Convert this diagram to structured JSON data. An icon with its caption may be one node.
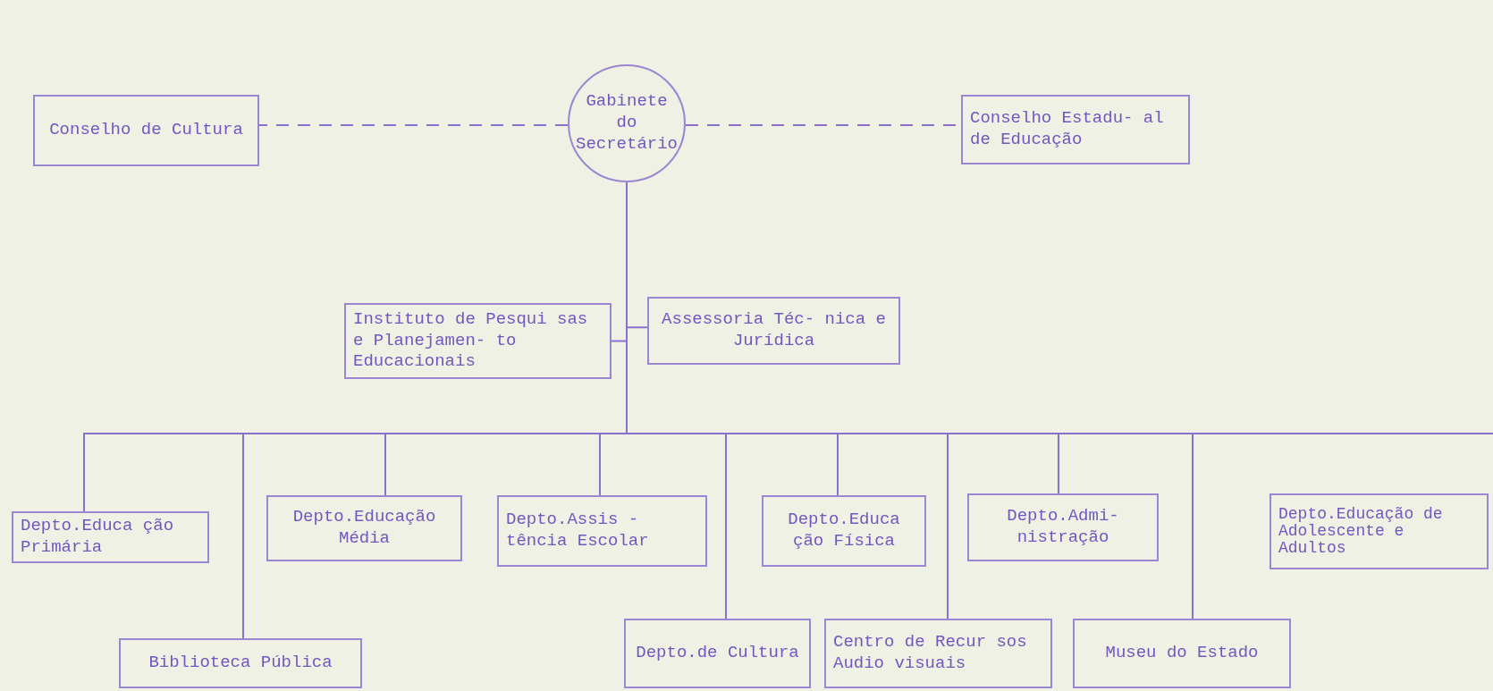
{
  "diagram": {
    "nodes": [
      {
        "text": [
          "Conselho de Cultura"
        ]
      },
      {
        "text": [
          "Gabinete do Secretário"
        ]
      },
      {
        "text": [
          "Conselho Estadu- al de Educação"
        ]
      },
      {
        "text": [
          "Instituto de Pesqui sas e Planejamen- to Educacionais"
        ]
      },
      {
        "text": [
          "Assessoria Téc- nica e Jurídica"
        ]
      },
      {
        "text": [
          "Depto.Educa ção Primária"
        ]
      },
      {
        "text": [
          "Depto.Educação Média"
        ]
      },
      {
        "text": [
          "Depto.Assis - tência Escolar"
        ]
      },
      {
        "text": [
          "Depto.Educa ção Física"
        ]
      },
      {
        "text": [
          "Depto.Admi- nistração"
        ]
      },
      {
        "text": [
          "Depto.Educação de Adolescente e Adultos"
        ]
      },
      {
        "text": [
          "Biblioteca Pública"
        ]
      },
      {
        "text": [
          "Depto.de Cultura"
        ]
      },
      {
        "text": [
          "Centro de Recur sos Audio visuais"
        ]
      },
      {
        "text": [
          "Museu do Estado"
        ]
      }
    ],
    "edges": [
      {
        "from": 1,
        "to": 0,
        "arrow": "none",
        "style": "dashed"
      },
      {
        "from": 1,
        "to": 2,
        "arrow": "none",
        "style": "dashed"
      },
      {
        "from": 1,
        "to": 3,
        "arrow": "none"
      },
      {
        "from": 1,
        "to": 4,
        "arrow": "none"
      },
      {
        "from": 1,
        "to": 5,
        "arrow": "none"
      },
      {
        "from": 1,
        "to": 11,
        "arrow": "none"
      },
      {
        "from": 1,
        "to": 6,
        "arrow": "none"
      },
      {
        "from": 1,
        "to": 7,
        "arrow": "none"
      },
      {
        "from": 1,
        "to": 12,
        "arrow": "none"
      },
      {
        "from": 1,
        "to": 8,
        "arrow": "none"
      },
      {
        "from": 1,
        "to": 13,
        "arrow": "none"
      },
      {
        "from": 1,
        "to": 9,
        "arrow": "none"
      },
      {
        "from": 1,
        "to": 14,
        "arrow": "none"
      }
    ]
  }
}
